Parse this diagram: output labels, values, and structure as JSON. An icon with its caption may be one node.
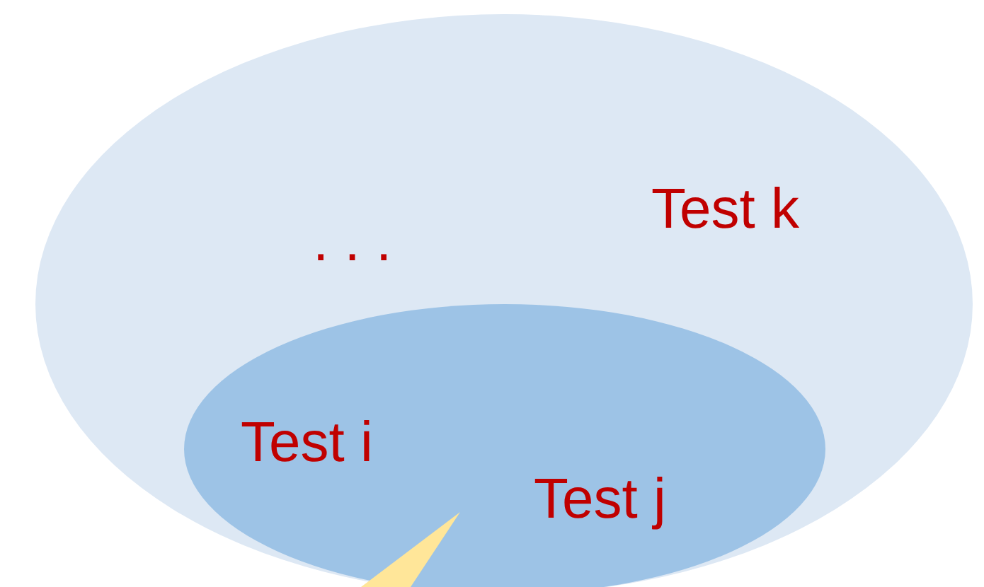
{
  "diagram": {
    "nodes": [
      {
        "text": [
          ". . .",
          "Test k"
        ]
      },
      {
        "text": [
          "Test i",
          "Test j"
        ],
        "in": 0
      },
      {
        "text": [],
        "shape": "triangle",
        "in": 1
      }
    ]
  }
}
